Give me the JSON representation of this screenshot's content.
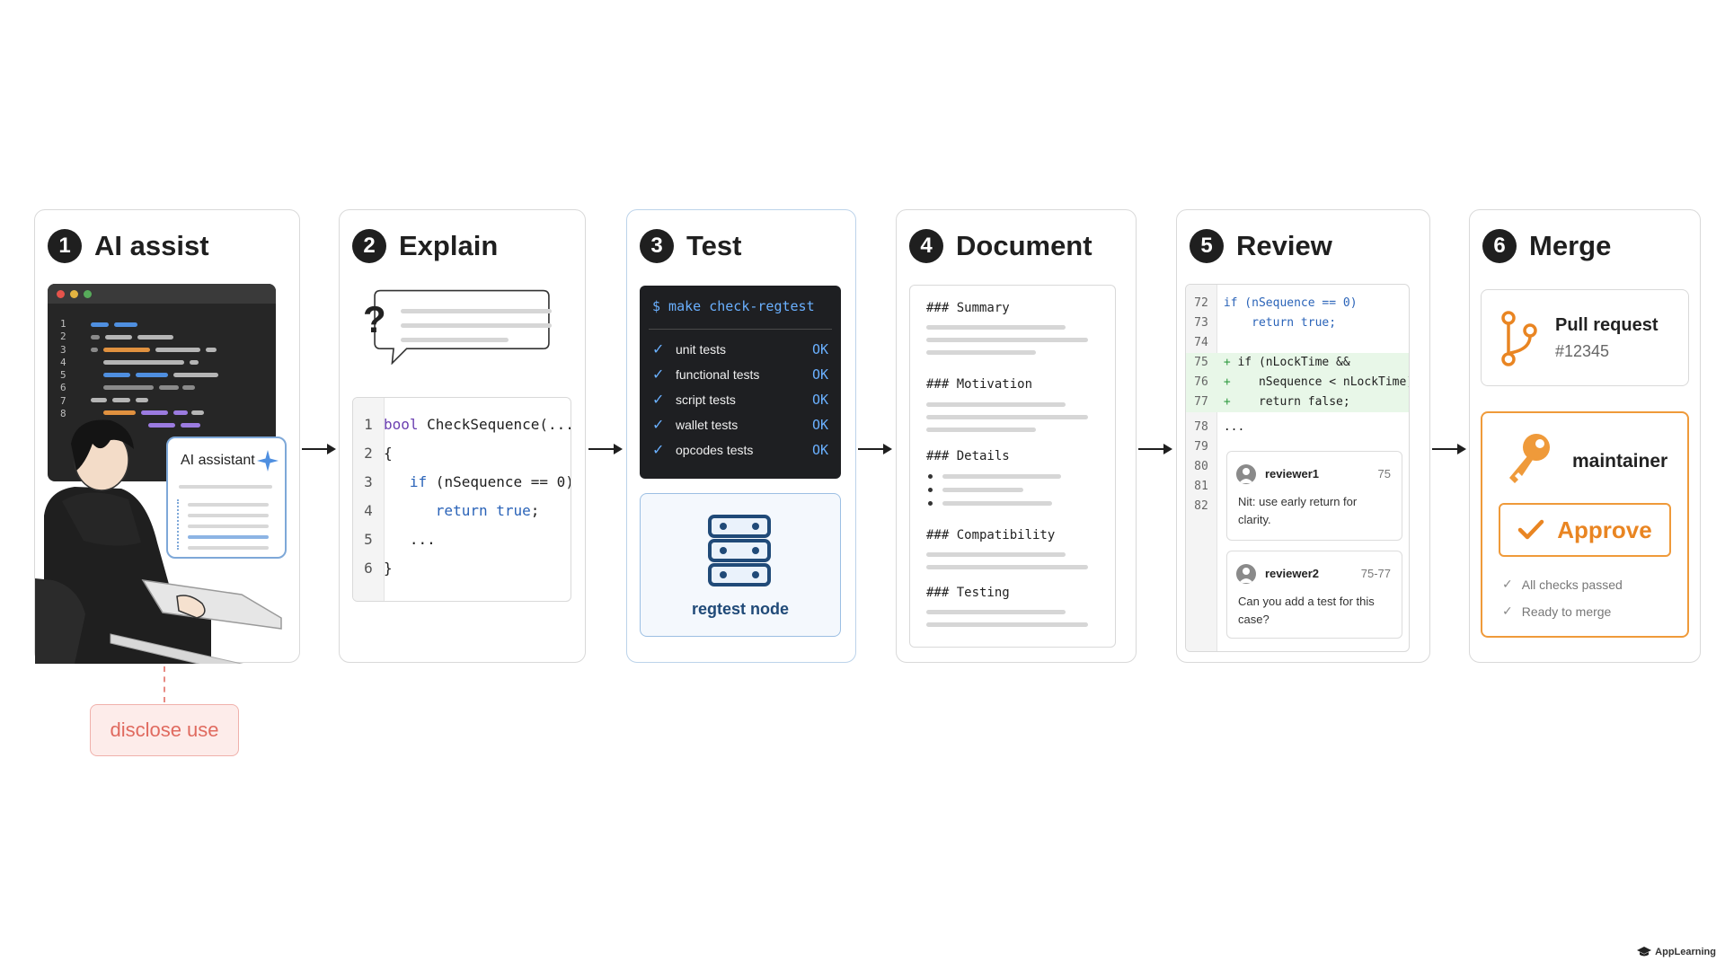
{
  "steps": [
    {
      "number": "1",
      "title": "AI assist"
    },
    {
      "number": "2",
      "title": "Explain"
    },
    {
      "number": "3",
      "title": "Test"
    },
    {
      "number": "4",
      "title": "Document"
    },
    {
      "number": "5",
      "title": "Review"
    },
    {
      "number": "6",
      "title": "Merge"
    }
  ],
  "ai_assist": {
    "line_numbers": [
      "1",
      "2",
      "3",
      "4",
      "5",
      "6",
      "7",
      "8"
    ],
    "assistant_label": "AI assistant",
    "disclose_label": "disclose use"
  },
  "explain": {
    "question_mark": "?",
    "code_lines": [
      {
        "n": "1",
        "a": "bool",
        "b": " CheckSequence(..."
      },
      {
        "n": "2",
        "a": "",
        "b": "{"
      },
      {
        "n": "3",
        "a": "   if",
        "b": " (nSequence == 0)"
      },
      {
        "n": "4",
        "a": "      return true",
        "b": ";"
      },
      {
        "n": "5",
        "a": "",
        "b": "   ..."
      },
      {
        "n": "6",
        "a": "",
        "b": "}"
      }
    ]
  },
  "test": {
    "command": "$ make check-regtest",
    "rows": [
      {
        "check": "✓",
        "name": "unit tests",
        "status": "OK"
      },
      {
        "check": "✓",
        "name": "functional tests",
        "status": "OK"
      },
      {
        "check": "✓",
        "name": "script tests",
        "status": "OK"
      },
      {
        "check": "✓",
        "name": "wallet tests",
        "status": "OK"
      },
      {
        "check": "✓",
        "name": "opcodes tests",
        "status": "OK"
      }
    ],
    "node_label": "regtest node"
  },
  "document": {
    "headings": [
      "### Summary",
      "### Motivation",
      "### Details",
      "### Compatibility",
      "### Testing"
    ]
  },
  "review": {
    "diff_lines": [
      {
        "n": "72",
        "sign": "",
        "code": " if (nSequence == 0)",
        "type": "ctx"
      },
      {
        "n": "73",
        "sign": "",
        "code": "     return true;",
        "type": "ctx"
      },
      {
        "n": "74",
        "sign": "",
        "code": "",
        "type": "ctx"
      },
      {
        "n": "75",
        "sign": " + ",
        "code": "if (nLockTime &&",
        "type": "add"
      },
      {
        "n": "76",
        "sign": " + ",
        "code": "   nSequence < nLockTime)",
        "type": "add"
      },
      {
        "n": "77",
        "sign": " + ",
        "code": "   return false;",
        "type": "add"
      },
      {
        "n": "78",
        "sign": "",
        "code": " ...",
        "type": "ctx"
      },
      {
        "n": "79",
        "sign": "",
        "code": "",
        "type": "ctx"
      },
      {
        "n": "80",
        "sign": "",
        "code": "",
        "type": "ctx"
      },
      {
        "n": "81",
        "sign": "",
        "code": "",
        "type": "ctx"
      },
      {
        "n": "82",
        "sign": "",
        "code": "",
        "type": "ctx"
      }
    ],
    "comments": [
      {
        "author": "reviewer1",
        "ref": "75",
        "text": "Nit: use early return for clarity."
      },
      {
        "author": "reviewer2",
        "ref": "75-77",
        "text": "Can you add a test for this case?"
      }
    ]
  },
  "merge": {
    "pr_title": "Pull request",
    "pr_number": "#12345",
    "maintainer_label": "maintainer",
    "approve_label": "Approve",
    "checks": [
      "All checks passed",
      "Ready to merge"
    ]
  },
  "brand": "AppLearning",
  "colors": {
    "accent_orange": "#ef9a3a",
    "accent_blue": "#6ab0ff",
    "disclose_red": "#e06a5f",
    "diff_add": "#e8f7e8"
  }
}
